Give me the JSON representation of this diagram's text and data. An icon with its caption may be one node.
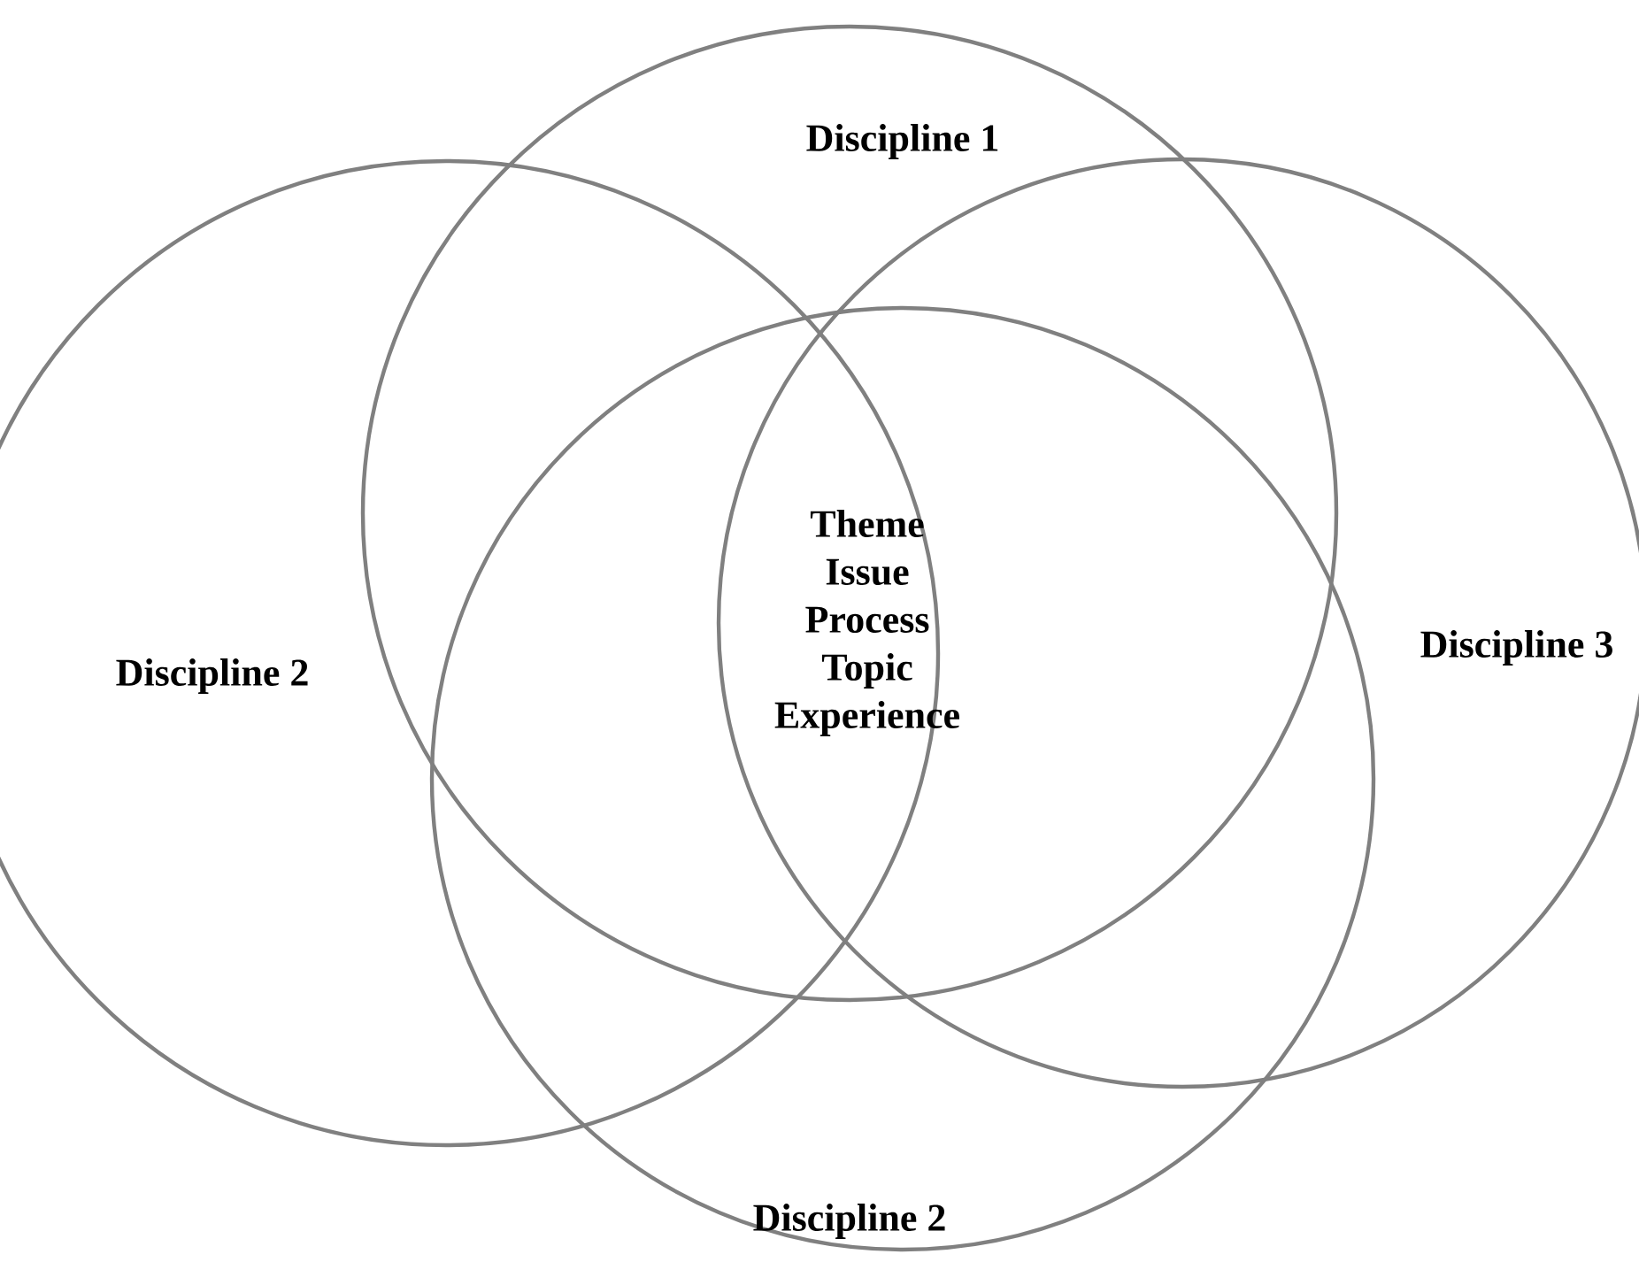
{
  "diagram": {
    "nodes": [
      {
        "text": [
          "Discipline 1"
        ]
      },
      {
        "text": [
          "Discipline 2"
        ]
      },
      {
        "text": [
          "Discipline 3"
        ]
      },
      {
        "text": [
          "Discipline 2"
        ]
      }
    ],
    "labels": [
      "Theme Issue Process Topic Experience"
    ]
  }
}
